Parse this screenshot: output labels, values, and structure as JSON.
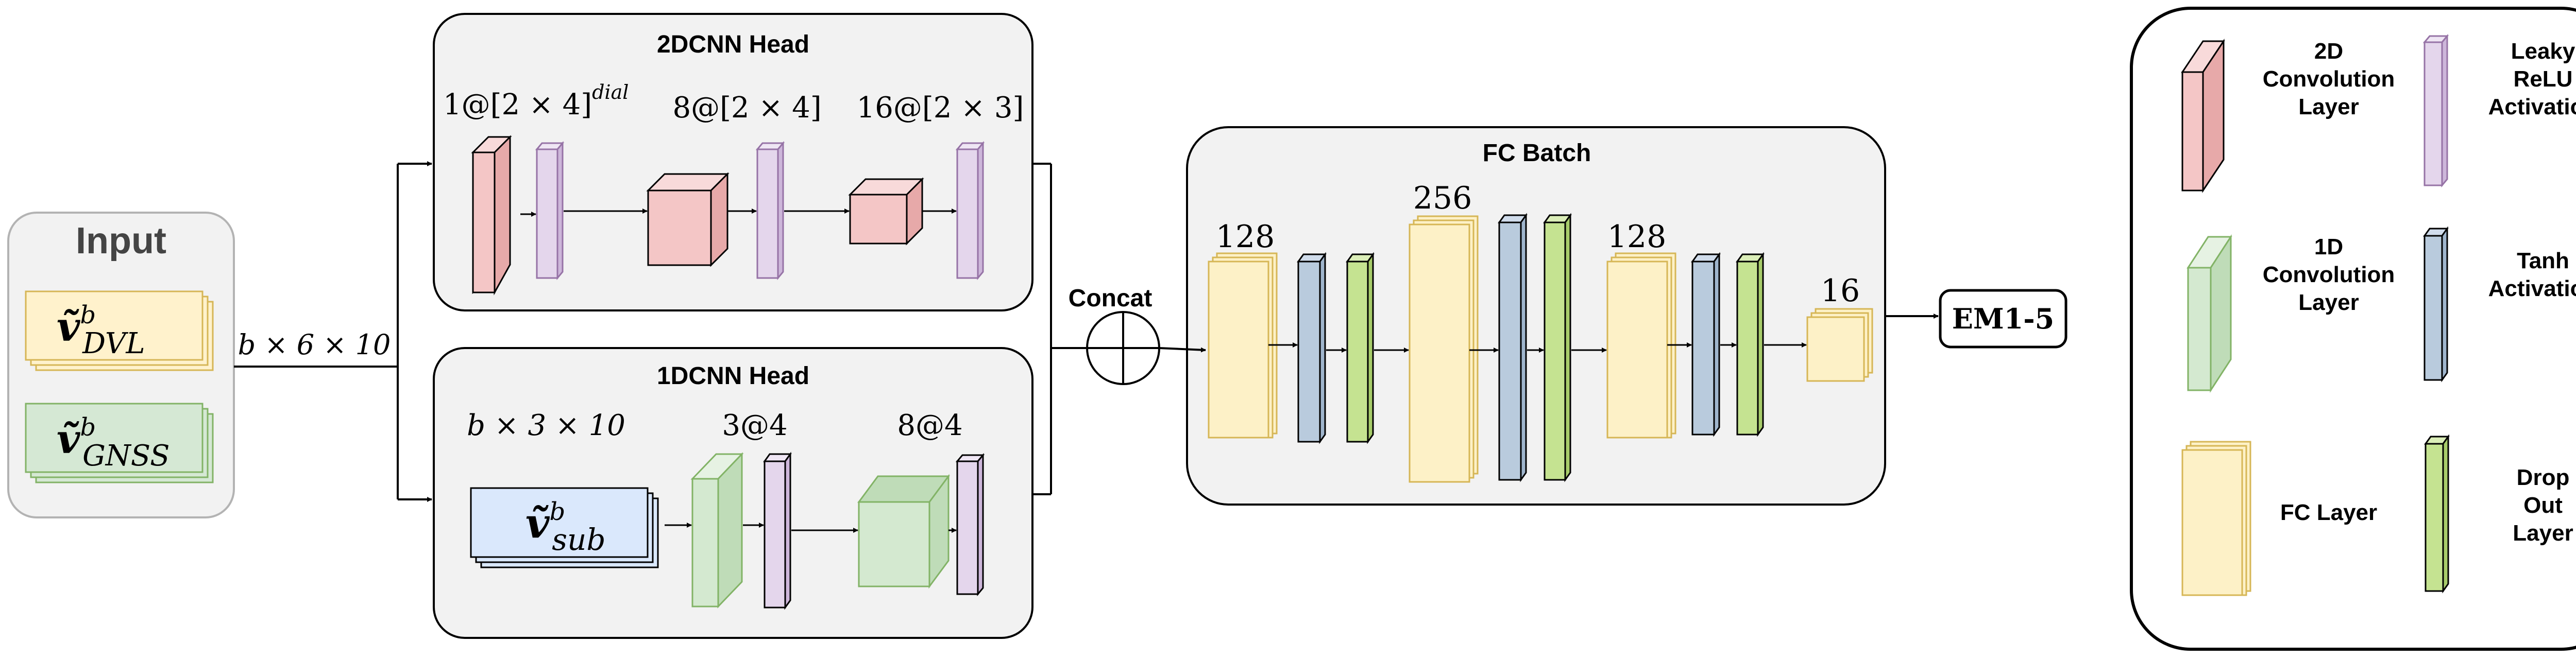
{
  "input": {
    "title": "Input",
    "dvl_label": "ṽ",
    "dvl_sup": "b",
    "dvl_sub": "DVL",
    "gnss_label": "ṽ",
    "gnss_sup": "b",
    "gnss_sub": "GNSS",
    "dim_label": "b × 6 × 10"
  },
  "head2d": {
    "title": "2DCNN Head",
    "layer1": "1@[2 × 4]",
    "layer1_sup": "dial",
    "layer2": "8@[2 × 4]",
    "layer3": "16@[2 × 3]"
  },
  "head1d": {
    "title": "1DCNN Head",
    "dim_label": "b × 3 × 10",
    "sub_label": "ṽ",
    "sub_sup": "b",
    "sub_sub": "sub",
    "layer1": "3@4",
    "layer2": "8@4"
  },
  "concat": {
    "label": "Concat"
  },
  "fc": {
    "title": "FC Batch",
    "n1": "128",
    "n2": "256",
    "n3": "128",
    "n4": "16"
  },
  "output": {
    "label": "EM1-5"
  },
  "legend": {
    "conv2d": "2D Convolution Layer",
    "leaky": "Leaky ReLU Activation",
    "conv1d": "1D Convolution Layer",
    "tanh": "Tanh Activation",
    "fc": "FC Layer",
    "dropout": "Drop Out Layer"
  },
  "colors": {
    "conv2d": "#f4c6c6",
    "leaky": "#e4d6ec",
    "conv1d": "#d4e9d0",
    "tanh": "#b9cbdd",
    "fc": "#fdf1c7",
    "dropout": "#c5e391",
    "dvl_fill": "#fff2cc",
    "gnss_fill": "#d5e8d4",
    "sub_fill": "#dae8fc",
    "panel_fill": "#f2f2f2"
  }
}
